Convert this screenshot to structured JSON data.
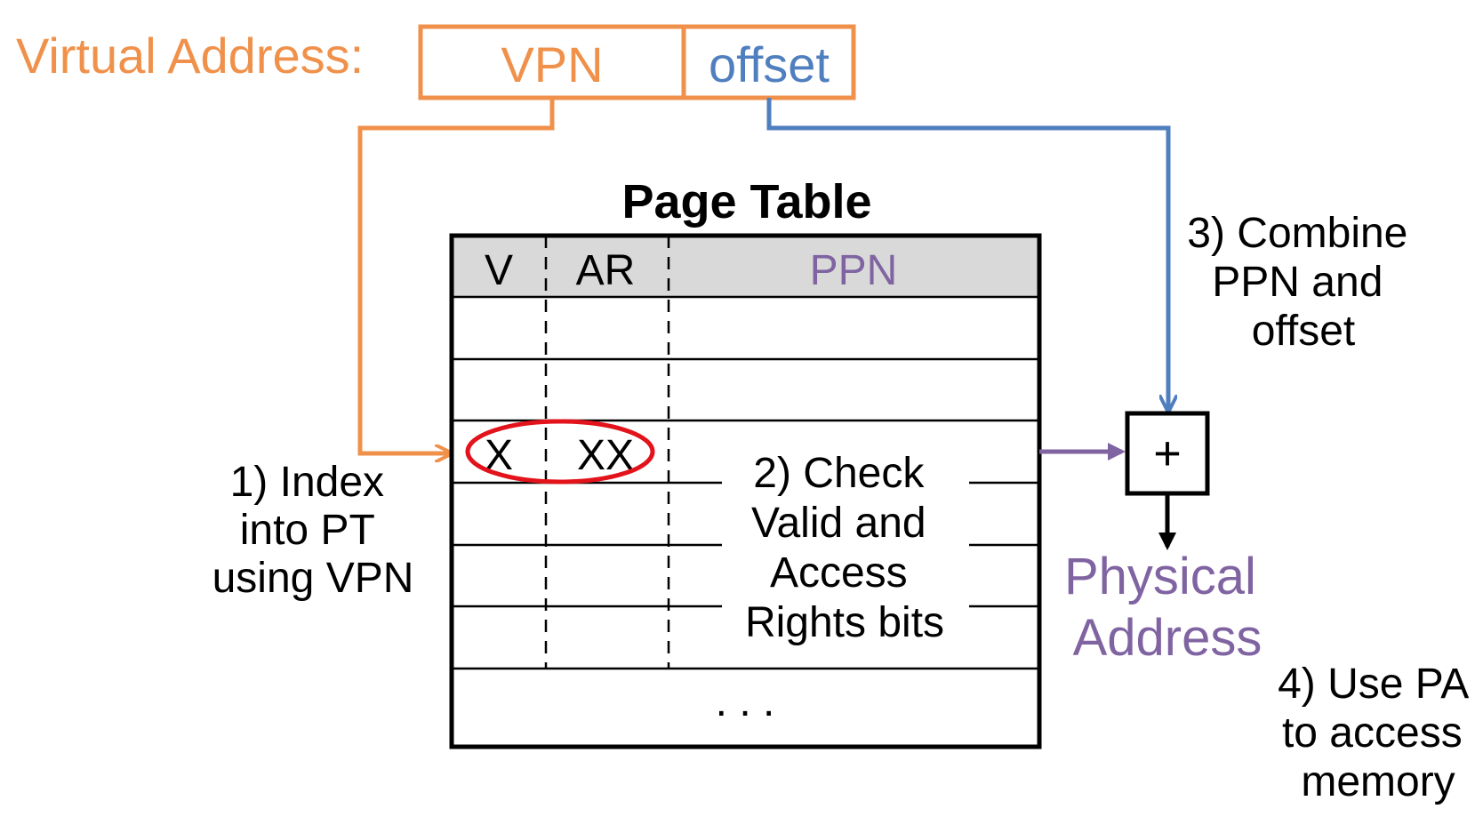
{
  "colors": {
    "orange": "#F0914B",
    "blue": "#4F7FBF",
    "purple": "#8064A2",
    "red": "#E3131B",
    "black": "#000000",
    "header_gray": "#D9D9D9"
  },
  "virtual_address": {
    "label": "Virtual Address:",
    "vpn": "VPN",
    "offset": "offset"
  },
  "page_table": {
    "title": "Page Table",
    "headers": {
      "v": "V",
      "ar": "AR",
      "ppn": "PPN"
    },
    "highlighted_row": {
      "v": "X",
      "ar": "XX"
    },
    "ellipsis": ". . ."
  },
  "steps": {
    "step1": [
      "1) Index",
      "into PT",
      "using VPN"
    ],
    "step2": [
      "2) Check",
      "Valid and",
      "Access",
      "Rights bits"
    ],
    "step3": [
      "3) Combine",
      "PPN and",
      "offset"
    ],
    "step4": [
      "4) Use PA",
      "to access",
      "memory"
    ]
  },
  "adder": {
    "symbol": "+"
  },
  "physical_address": [
    "Physical",
    "Address"
  ]
}
